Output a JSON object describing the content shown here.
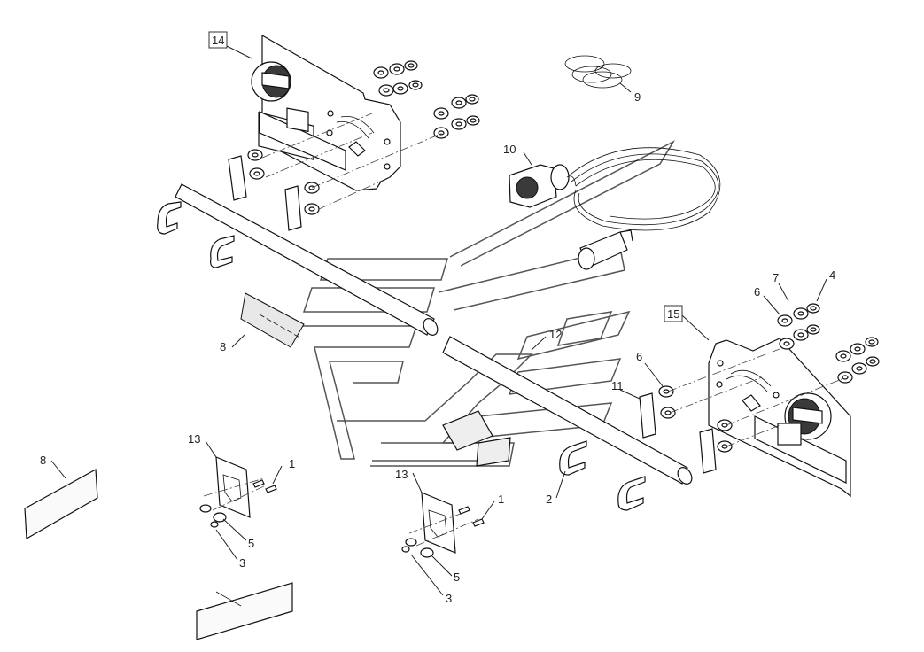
{
  "callouts": {
    "c14": "14",
    "c9": "9",
    "c10": "10",
    "c15": "15",
    "c7": "7",
    "c4": "4",
    "c6a": "6",
    "c6b": "6",
    "c8a": "8",
    "c8b": "8",
    "c12": "12",
    "c11": "11",
    "c13a": "13",
    "c13b": "13",
    "c1a": "1",
    "c1b": "1",
    "c5a": "5",
    "c5b": "5",
    "c3a": "3",
    "c3b": "3",
    "c2": "2"
  }
}
